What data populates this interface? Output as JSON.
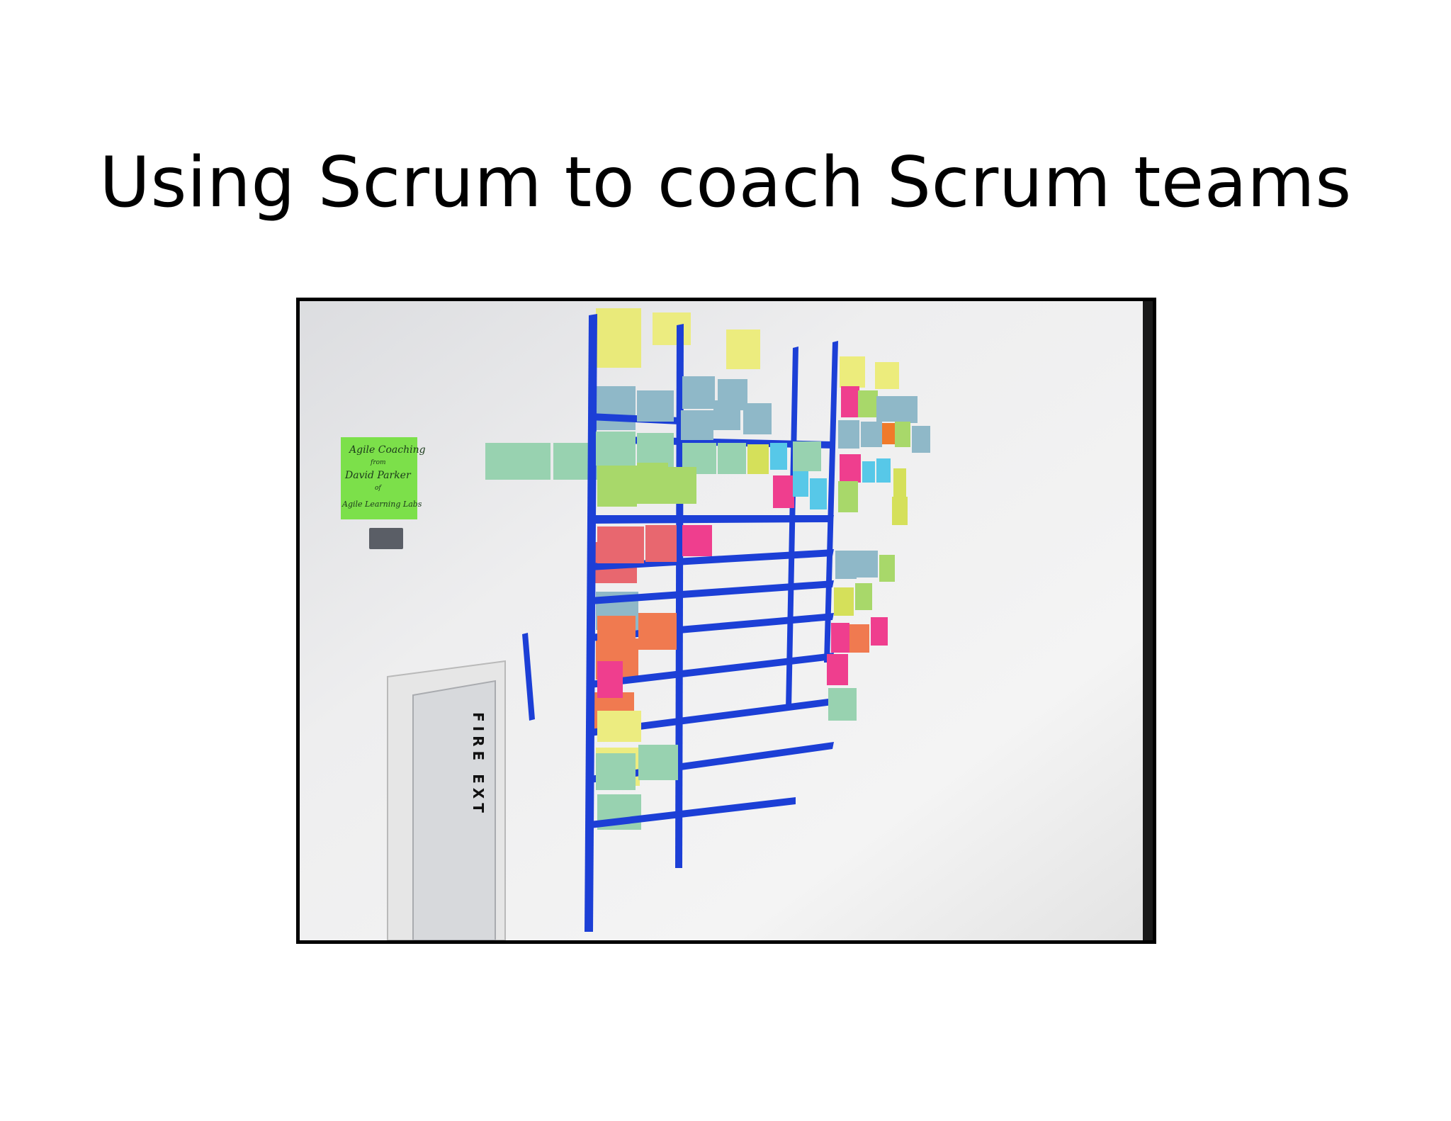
{
  "slide": {
    "title": "Using Scrum to coach Scrum teams"
  },
  "photo": {
    "subject": "scrum-taskboard-wall-photo",
    "tape_color": "#1c3fd6",
    "wall_color": "#ececec",
    "coaching_note": {
      "line1": "Agile Coaching",
      "line2": "from",
      "line3": "David Parker",
      "line4": "of",
      "line5": "Agile Learning Labs"
    },
    "cabinet_label": "FIRE EXT"
  }
}
